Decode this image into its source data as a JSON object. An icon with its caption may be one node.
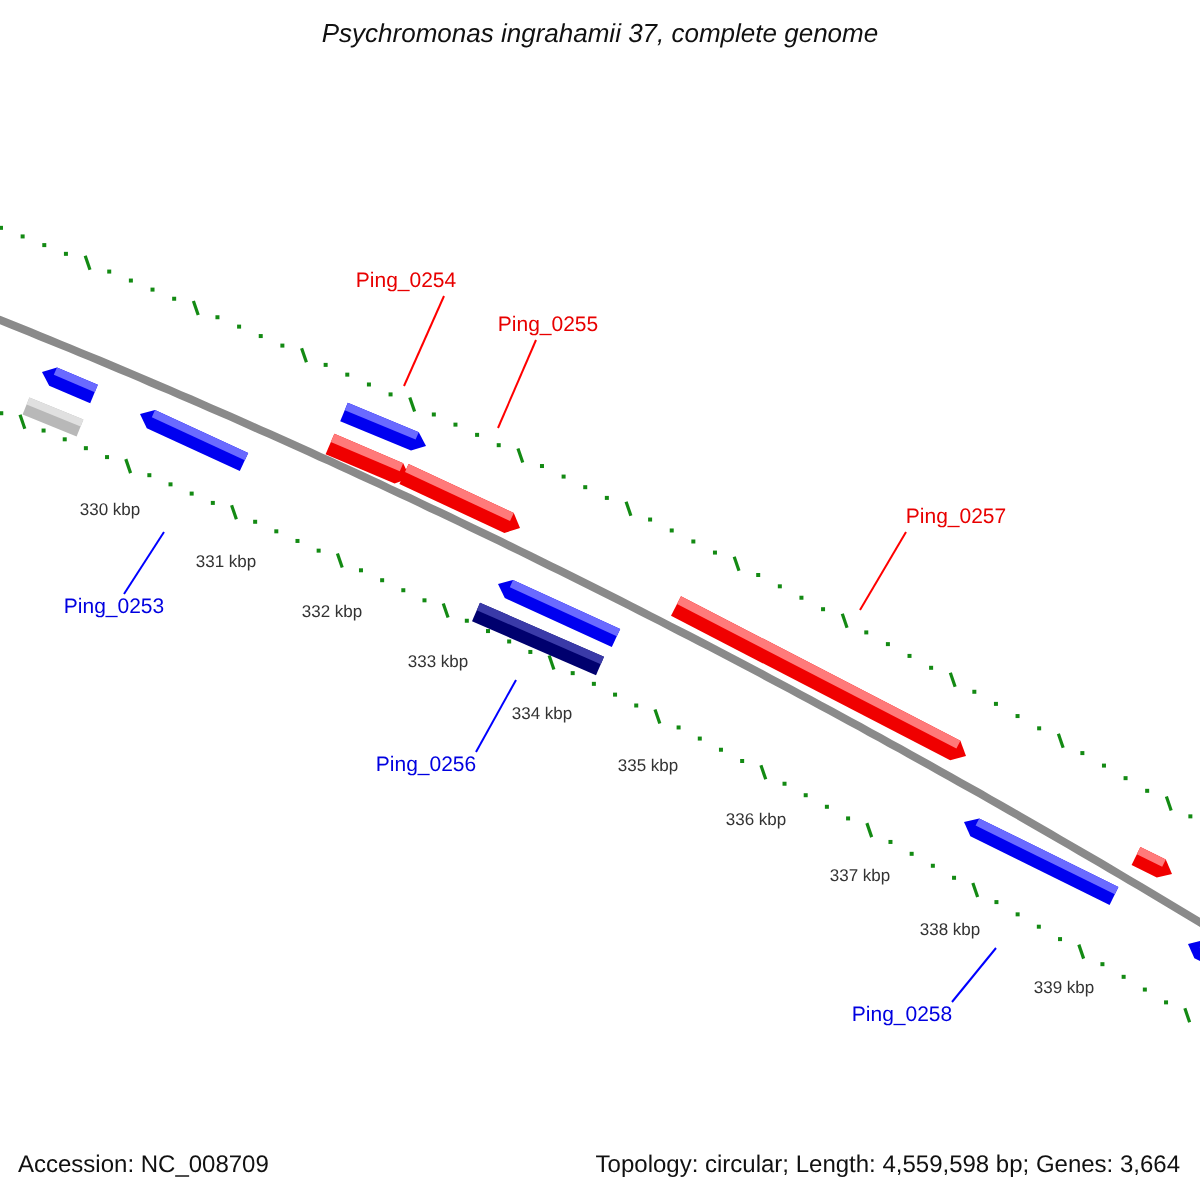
{
  "diagram": {
    "title": "Psychromonas ingrahamii 37, complete genome",
    "nodes": [
      {
        "text": [
          "Ping_0254"
        ]
      },
      {
        "text": [
          "Ping_0255"
        ]
      },
      {
        "text": [
          "Ping_0257"
        ]
      },
      {
        "text": [
          "Ping_0253"
        ]
      },
      {
        "text": [
          "Ping_0256"
        ]
      },
      {
        "text": [
          "Ping_0258"
        ]
      }
    ],
    "edges": [
      {
        "from": 0,
        "to": null,
        "arrow": "none",
        "color": "#ff0000"
      },
      {
        "from": 1,
        "to": null,
        "arrow": "none",
        "color": "#ff0000"
      },
      {
        "from": 2,
        "to": null,
        "arrow": "none",
        "color": "#ff0000"
      },
      {
        "from": 3,
        "to": null,
        "arrow": "none",
        "color": "#0000ff"
      },
      {
        "from": 4,
        "to": null,
        "arrow": "none",
        "color": "#0000ff"
      },
      {
        "from": 5,
        "to": null,
        "arrow": "none",
        "color": "#0000ff"
      }
    ],
    "labels": [
      "330 kbp",
      "331 kbp",
      "332 kbp",
      "333 kbp",
      "334 kbp",
      "335 kbp",
      "336 kbp",
      "337 kbp",
      "338 kbp",
      "339 kbp",
      "Accession: NC_008709",
      "Topology: circular; Length: 4,559,598 bp; Genes: 3,664"
    ]
  }
}
